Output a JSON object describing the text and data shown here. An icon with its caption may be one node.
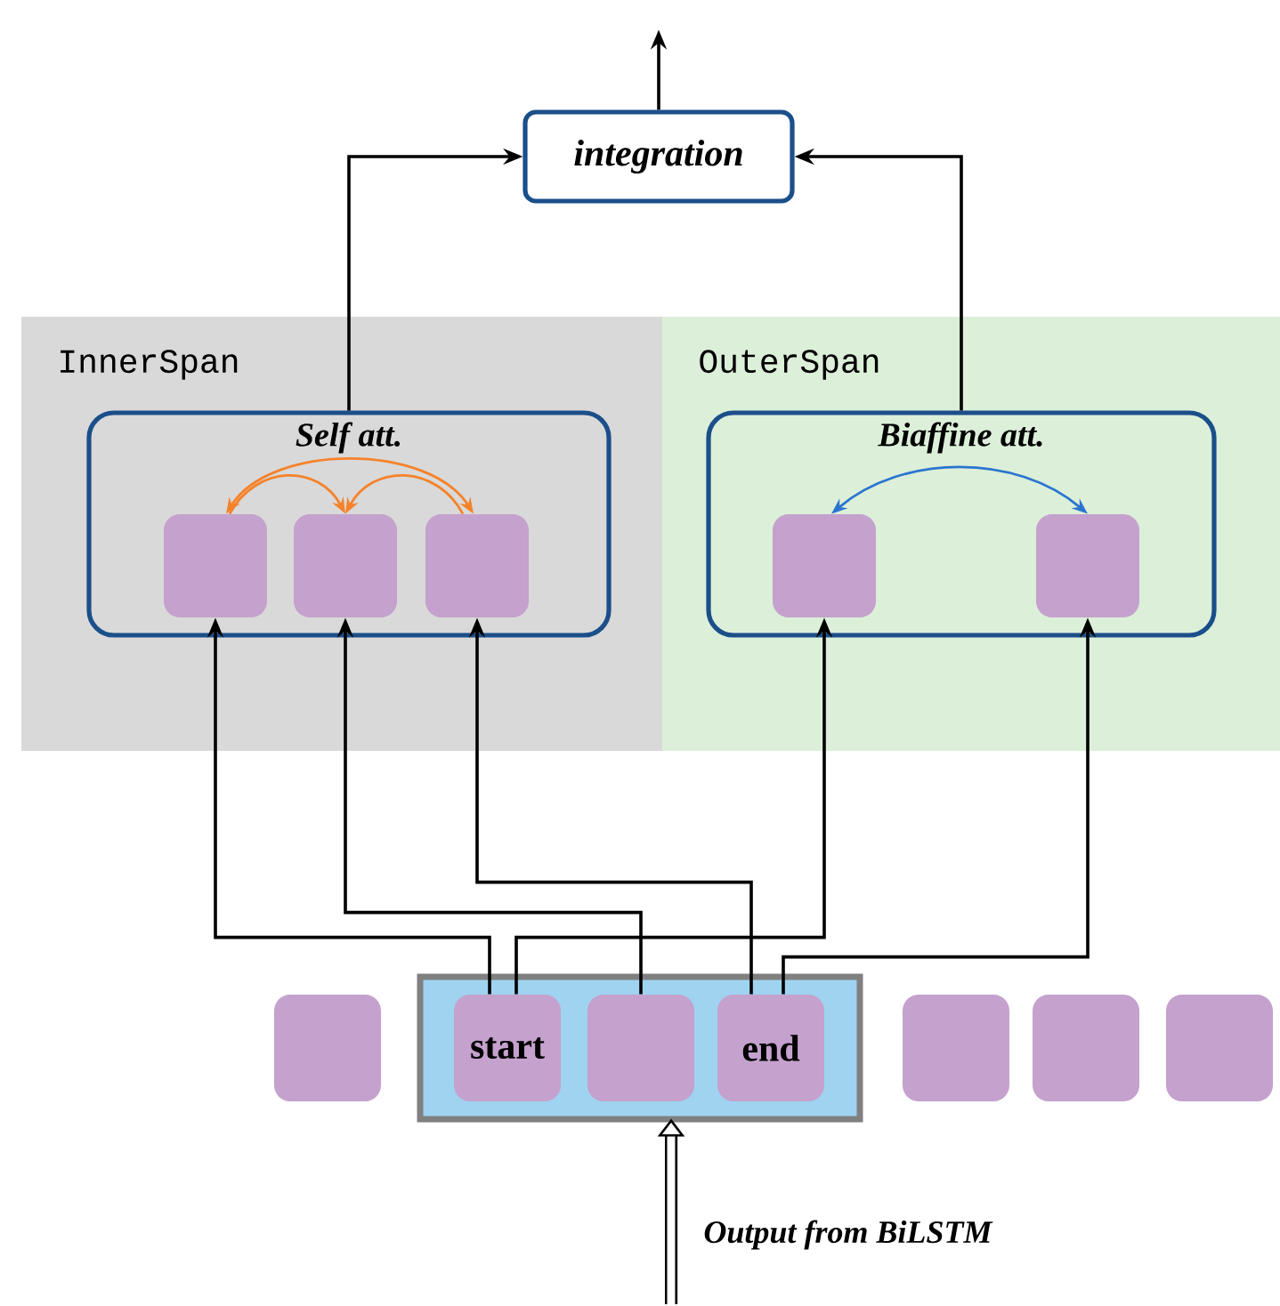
{
  "diagram": {
    "nodes": [
      {
        "text": [
          "*integration*"
        ]
      },
      {
        "text": [
          "InnerSpan"
        ]
      },
      {
        "text": [
          "OuterSpan"
        ]
      },
      {
        "text": [
          "Self att."
        ],
        "in": 1
      },
      {
        "text": [],
        "shape": "box",
        "in": 3
      },
      {
        "text": [],
        "shape": "box",
        "in": 3
      },
      {
        "text": [],
        "shape": "box",
        "in": 3
      },
      {
        "text": [
          "Biaffine att."
        ],
        "in": 2
      },
      {
        "text": [],
        "shape": "box",
        "in": 7
      },
      {
        "text": [],
        "shape": "box",
        "in": 7
      },
      {
        "text": [],
        "shape": "box"
      },
      {
        "text": [],
        "shape": "box"
      },
      {
        "text": [
          "start"
        ],
        "in": 11
      },
      {
        "text": [],
        "shape": "box",
        "in": 11
      },
      {
        "text": [
          "end"
        ],
        "in": 11
      },
      {
        "text": [],
        "shape": "box"
      },
      {
        "text": [],
        "shape": "box"
      },
      {
        "text": [],
        "shape": "box"
      }
    ],
    "edges": [
      {
        "from": 0,
        "to": null,
        "arrow": "to"
      },
      {
        "from": 3,
        "to": 0,
        "arrow": "to"
      },
      {
        "from": 7,
        "to": 0,
        "arrow": "to"
      },
      {
        "from": 4,
        "to": 6,
        "arrow": "both",
        "color": "#f5822a"
      },
      {
        "from": 4,
        "to": 5,
        "arrow": "to",
        "color": "#f5822a"
      },
      {
        "from": 6,
        "to": 5,
        "arrow": "to",
        "color": "#f5822a"
      },
      {
        "from": 8,
        "to": 9,
        "arrow": "both",
        "color": "#2a75d0"
      },
      {
        "from": 12,
        "to": 4,
        "arrow": "to"
      },
      {
        "from": 12,
        "to": 8,
        "arrow": "to"
      },
      {
        "from": 13,
        "to": 5,
        "arrow": "to"
      },
      {
        "from": 14,
        "to": 6,
        "arrow": "to"
      },
      {
        "from": 14,
        "to": 9,
        "arrow": "to"
      },
      {
        "from": null,
        "to": 11,
        "arrow": "to",
        "style": "thick"
      }
    ],
    "labels": [
      "Output from BiLSTM"
    ]
  }
}
